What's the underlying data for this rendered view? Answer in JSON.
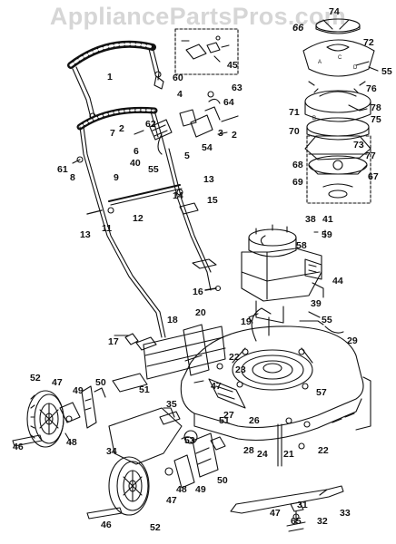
{
  "watermark": "AppliancePartsPros.com",
  "parts": [
    {
      "id": "p1",
      "label": "1"
    },
    {
      "id": "p2a",
      "label": "2"
    },
    {
      "id": "p2b",
      "label": "2"
    },
    {
      "id": "p3",
      "label": "3"
    },
    {
      "id": "p4",
      "label": "4"
    },
    {
      "id": "p5",
      "label": "5"
    },
    {
      "id": "p6",
      "label": "6"
    },
    {
      "id": "p7",
      "label": "7"
    },
    {
      "id": "p8",
      "label": "8"
    },
    {
      "id": "p9",
      "label": "9"
    },
    {
      "id": "p11",
      "label": "11"
    },
    {
      "id": "p12",
      "label": "12"
    },
    {
      "id": "p13a",
      "label": "13"
    },
    {
      "id": "p13b",
      "label": "13"
    },
    {
      "id": "p14",
      "label": "14"
    },
    {
      "id": "p15",
      "label": "15"
    },
    {
      "id": "p16",
      "label": "16"
    },
    {
      "id": "p17",
      "label": "17"
    },
    {
      "id": "p18",
      "label": "18"
    },
    {
      "id": "p19",
      "label": "19"
    },
    {
      "id": "p20",
      "label": "20"
    },
    {
      "id": "p21",
      "label": "21"
    },
    {
      "id": "p22a",
      "label": "22"
    },
    {
      "id": "p22b",
      "label": "22"
    },
    {
      "id": "p23",
      "label": "23"
    },
    {
      "id": "p24",
      "label": "24"
    },
    {
      "id": "p26",
      "label": "26"
    },
    {
      "id": "p27",
      "label": "27"
    },
    {
      "id": "p28",
      "label": "28"
    },
    {
      "id": "p29",
      "label": "29"
    },
    {
      "id": "p31",
      "label": "31"
    },
    {
      "id": "p32",
      "label": "32"
    },
    {
      "id": "p33",
      "label": "33"
    },
    {
      "id": "p34",
      "label": "34"
    },
    {
      "id": "p35",
      "label": "35"
    },
    {
      "id": "p38",
      "label": "38"
    },
    {
      "id": "p39",
      "label": "39"
    },
    {
      "id": "p40",
      "label": "40"
    },
    {
      "id": "p41",
      "label": "41"
    },
    {
      "id": "p44",
      "label": "44"
    },
    {
      "id": "p45",
      "label": "45"
    },
    {
      "id": "p46a",
      "label": "46"
    },
    {
      "id": "p46b",
      "label": "46"
    },
    {
      "id": "p47a",
      "label": "47"
    },
    {
      "id": "p47b",
      "label": "47"
    },
    {
      "id": "p47c",
      "label": "47"
    },
    {
      "id": "p47d",
      "label": "47"
    },
    {
      "id": "p48a",
      "label": "48"
    },
    {
      "id": "p48b",
      "label": "48"
    },
    {
      "id": "p49a",
      "label": "49"
    },
    {
      "id": "p49b",
      "label": "49"
    },
    {
      "id": "p50a",
      "label": "50"
    },
    {
      "id": "p50b",
      "label": "50"
    },
    {
      "id": "p51a",
      "label": "51"
    },
    {
      "id": "p51b",
      "label": "51"
    },
    {
      "id": "p52a",
      "label": "52"
    },
    {
      "id": "p52b",
      "label": "52"
    },
    {
      "id": "p53",
      "label": "53"
    },
    {
      "id": "p54",
      "label": "54"
    },
    {
      "id": "p55a",
      "label": "55"
    },
    {
      "id": "p55b",
      "label": "55"
    },
    {
      "id": "p55c",
      "label": "55"
    },
    {
      "id": "p57",
      "label": "57"
    },
    {
      "id": "p58",
      "label": "58"
    },
    {
      "id": "p59",
      "label": "59"
    },
    {
      "id": "p60",
      "label": "60"
    },
    {
      "id": "p61",
      "label": "61"
    },
    {
      "id": "p62",
      "label": "62"
    },
    {
      "id": "p63",
      "label": "63"
    },
    {
      "id": "p64",
      "label": "64"
    },
    {
      "id": "p65",
      "label": "65"
    },
    {
      "id": "p66",
      "label": "66"
    },
    {
      "id": "p67",
      "label": "67"
    },
    {
      "id": "p68",
      "label": "68"
    },
    {
      "id": "p69",
      "label": "69"
    },
    {
      "id": "p70",
      "label": "70"
    },
    {
      "id": "p71",
      "label": "71"
    },
    {
      "id": "p72",
      "label": "72"
    },
    {
      "id": "p73",
      "label": "73"
    },
    {
      "id": "p74",
      "label": "74"
    },
    {
      "id": "p75",
      "label": "75"
    },
    {
      "id": "p76",
      "label": "76"
    },
    {
      "id": "p77",
      "label": "77"
    },
    {
      "id": "p78",
      "label": "78"
    }
  ],
  "sub_letters": {
    "a": "A",
    "b": "B",
    "c": "C",
    "d": "D"
  },
  "colors": {
    "ink": "#111111",
    "watermark": "#d6d6d6",
    "background": "#ffffff"
  }
}
